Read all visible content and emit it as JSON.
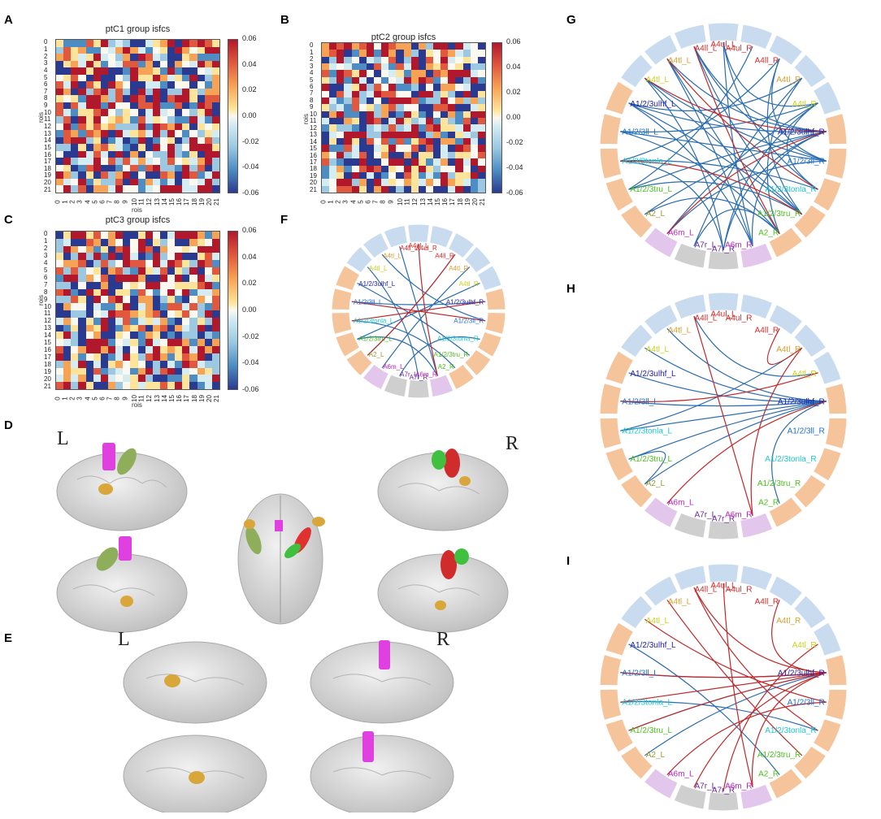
{
  "panel_letters": {
    "A": "A",
    "B": "B",
    "C": "C",
    "D": "D",
    "E": "E",
    "F": "F",
    "G": "G",
    "H": "H",
    "I": "I"
  },
  "heatmaps": [
    {
      "title": "ptC1 group isfcs",
      "ylabel": "rois",
      "xlabel": "rois"
    },
    {
      "title": "ptC2 group isfcs",
      "ylabel": "rois",
      "xlabel": "rois"
    },
    {
      "title": "ptC3 group isfcs",
      "ylabel": "rois",
      "xlabel": "rois"
    }
  ],
  "heatmap_ticks": [
    "0",
    "1",
    "2",
    "3",
    "4",
    "5",
    "6",
    "7",
    "8",
    "9",
    "10",
    "11",
    "12",
    "13",
    "14",
    "15",
    "16",
    "17",
    "18",
    "19",
    "20",
    "21"
  ],
  "colorbar_ticks": [
    "0.06",
    "0.04",
    "0.02",
    "0.00",
    "-0.02",
    "-0.04",
    "-0.06"
  ],
  "brain_side_labels": {
    "left": "L",
    "right": "R"
  },
  "roi_labels": [
    {
      "text": "A4ul_L",
      "color": "#d42a2a"
    },
    {
      "text": "A4ll_L",
      "color": "#d42a2a"
    },
    {
      "text": "A4tl_L",
      "color": "#d9a030"
    },
    {
      "text": "A4tl_L",
      "color": "#c8d21e"
    },
    {
      "text": "A1/2/3ulhf_L",
      "color": "#2020b0"
    },
    {
      "text": "A1/2/3ll_L",
      "color": "#1f6fd0"
    },
    {
      "text": "A1/2/3tonla_L",
      "color": "#1fc8d0"
    },
    {
      "text": "A1/2/3tru_L",
      "color": "#4cc01f"
    },
    {
      "text": "A2_L",
      "color": "#9a9a30"
    },
    {
      "text": "A6m_L",
      "color": "#c020c0"
    },
    {
      "text": "A7r_L",
      "color": "#6a2aa0"
    },
    {
      "text": "A7r_R",
      "color": "#6a2aa0"
    },
    {
      "text": "A6m_R",
      "color": "#c020c0"
    },
    {
      "text": "A2_R",
      "color": "#4cc01f"
    },
    {
      "text": "A1/2/3tru_R",
      "color": "#4cc01f"
    },
    {
      "text": "A1/2/3tonla_R",
      "color": "#1fc8d0"
    },
    {
      "text": "A1/2/3ll_R",
      "color": "#1f6fd0"
    },
    {
      "text": "A1/2/3ulhf_R",
      "color": "#2020b0"
    },
    {
      "text": "A4tl_R",
      "color": "#c8d21e"
    },
    {
      "text": "A4tl_R",
      "color": "#d9a030"
    },
    {
      "text": "A4ll_R",
      "color": "#d42a2a"
    },
    {
      "text": "A4ul_R",
      "color": "#d42a2a"
    }
  ],
  "colors": {
    "positive_edge": "#c0282a",
    "negative_edge": "#2a6cb0",
    "ring_blue": "#c9dcef",
    "ring_orange": "#f5c49a",
    "ring_gray": "#cfcfcf",
    "ring_purple": "#e3c6ec",
    "brain": "#d9d9d9"
  },
  "chord_F": {
    "blue": [
      [
        4,
        14
      ],
      [
        5,
        17
      ],
      [
        6,
        13
      ],
      [
        7,
        18
      ],
      [
        8,
        20
      ],
      [
        1,
        12
      ],
      [
        2,
        16
      ],
      [
        3,
        11
      ],
      [
        10,
        15
      ],
      [
        9,
        19
      ],
      [
        7,
        12
      ]
    ],
    "red": [
      [
        5,
        16
      ],
      [
        0,
        12
      ],
      [
        8,
        20
      ],
      [
        6,
        17
      ]
    ]
  },
  "chord_G": {
    "blue": [
      [
        0,
        15
      ],
      [
        0,
        12
      ],
      [
        1,
        14
      ],
      [
        1,
        17
      ],
      [
        2,
        17
      ],
      [
        2,
        13
      ],
      [
        3,
        16
      ],
      [
        3,
        11
      ],
      [
        4,
        17
      ],
      [
        4,
        14
      ],
      [
        4,
        12
      ],
      [
        5,
        16
      ],
      [
        5,
        13
      ],
      [
        6,
        15
      ],
      [
        6,
        11
      ],
      [
        7,
        17
      ],
      [
        7,
        14
      ],
      [
        8,
        17
      ],
      [
        9,
        16
      ],
      [
        10,
        13
      ],
      [
        11,
        18
      ],
      [
        12,
        17
      ],
      [
        13,
        19
      ],
      [
        14,
        20
      ],
      [
        15,
        18
      ],
      [
        16,
        20
      ],
      [
        4,
        19
      ],
      [
        5,
        18
      ],
      [
        6,
        20
      ],
      [
        7,
        21
      ],
      [
        8,
        13
      ],
      [
        9,
        18
      ],
      [
        10,
        19
      ],
      [
        3,
        14
      ],
      [
        2,
        12
      ],
      [
        1,
        16
      ],
      [
        0,
        18
      ],
      [
        11,
        17
      ]
    ],
    "red": [
      [
        1,
        13
      ],
      [
        3,
        17
      ],
      [
        6,
        14
      ],
      [
        9,
        17
      ],
      [
        2,
        15
      ]
    ]
  },
  "chord_H": {
    "blue": [
      [
        4,
        17
      ],
      [
        5,
        17
      ],
      [
        6,
        17
      ],
      [
        7,
        17
      ],
      [
        8,
        17
      ],
      [
        2,
        17
      ],
      [
        3,
        17
      ],
      [
        1,
        18
      ],
      [
        7,
        8
      ],
      [
        6,
        19
      ],
      [
        13,
        17
      ]
    ],
    "red": [
      [
        5,
        18
      ],
      [
        12,
        19
      ],
      [
        20,
        19
      ],
      [
        1,
        12
      ],
      [
        9,
        17
      ]
    ]
  },
  "chord_I": {
    "blue": [
      [
        4,
        13
      ],
      [
        6,
        15
      ],
      [
        8,
        17
      ],
      [
        5,
        17
      ],
      [
        7,
        17
      ]
    ],
    "red": [
      [
        1,
        17
      ],
      [
        2,
        14
      ],
      [
        3,
        16
      ],
      [
        5,
        17
      ],
      [
        6,
        17
      ],
      [
        7,
        17
      ],
      [
        0,
        12
      ],
      [
        10,
        17
      ],
      [
        11,
        18
      ],
      [
        12,
        17
      ],
      [
        9,
        16
      ],
      [
        20,
        17
      ],
      [
        1,
        15
      ]
    ]
  }
}
